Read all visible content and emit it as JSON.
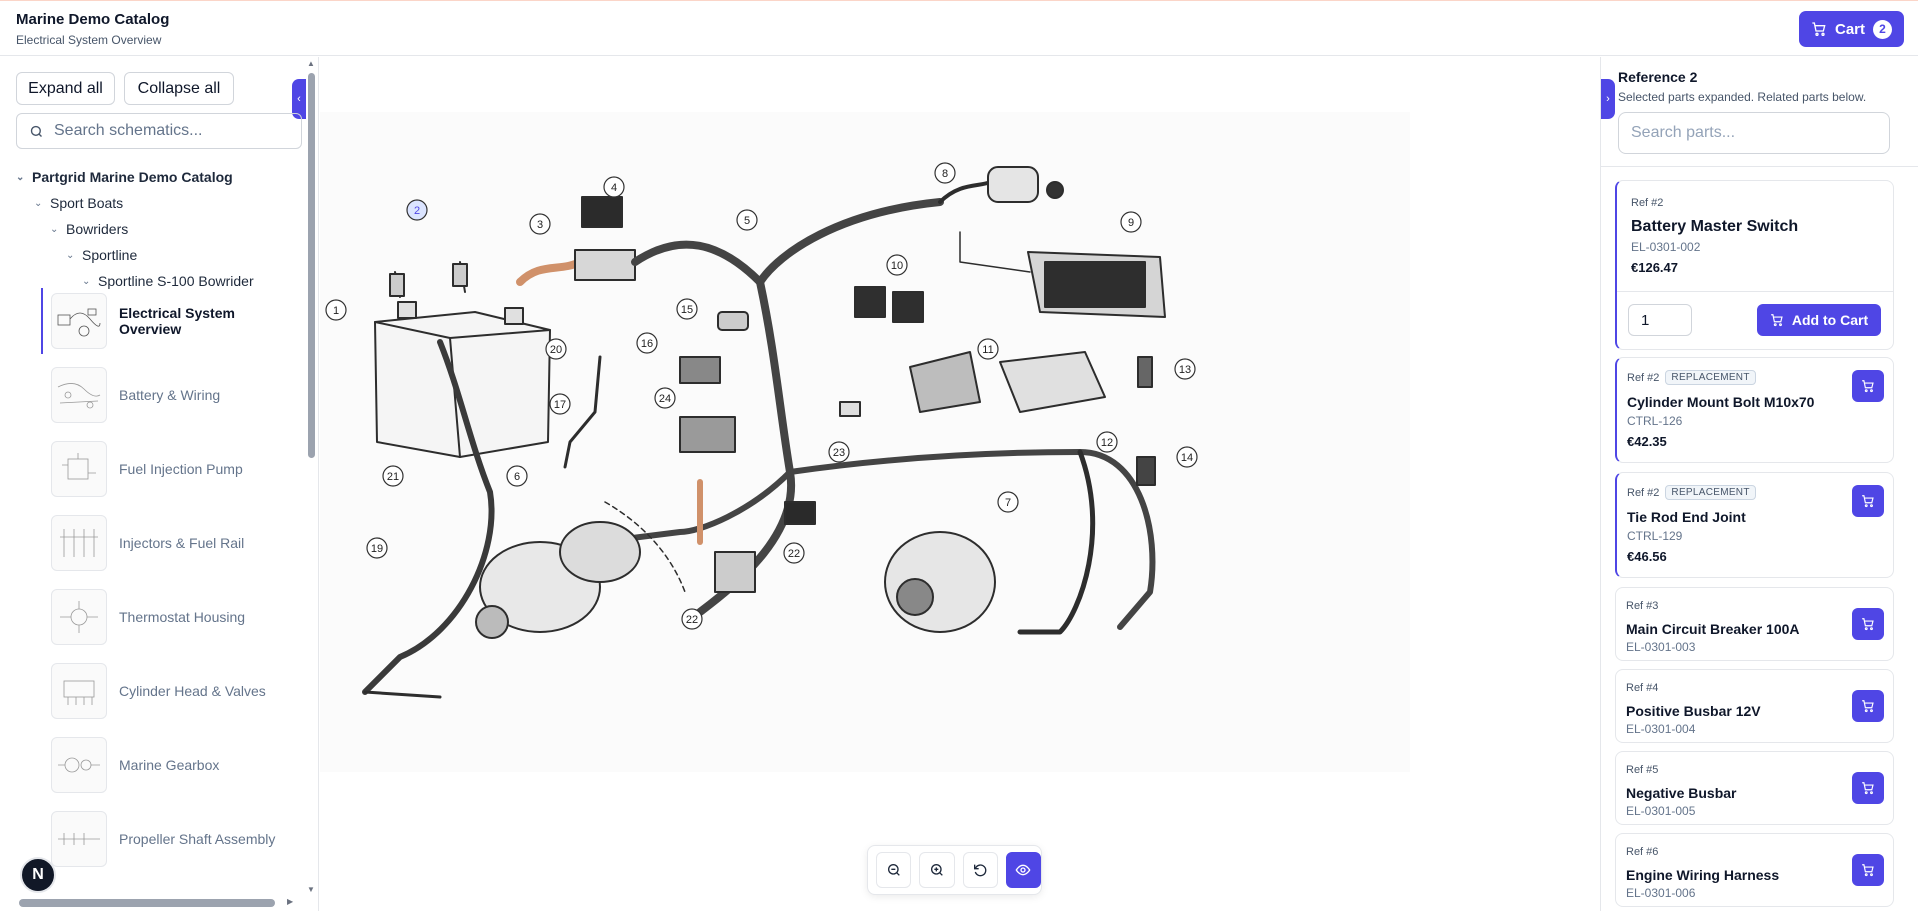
{
  "header": {
    "title": "Marine Demo Catalog",
    "subtitle": "Electrical System Overview",
    "cart_label": "Cart",
    "cart_count": "2"
  },
  "sidebar": {
    "expand_all": "Expand all",
    "collapse_all": "Collapse all",
    "search_placeholder": "Search schematics...",
    "tree": [
      "Partgrid Marine Demo Catalog",
      "Sport Boats",
      "Bowriders",
      "Sportline",
      "Sportline S-100 Bowrider"
    ],
    "schematics": [
      {
        "label": "Electrical System Overview"
      },
      {
        "label": "Battery & Wiring"
      },
      {
        "label": "Fuel Injection Pump"
      },
      {
        "label": "Injectors & Fuel Rail"
      },
      {
        "label": "Thermostat Housing"
      },
      {
        "label": "Cylinder Head & Valves"
      },
      {
        "label": "Marine Gearbox"
      },
      {
        "label": "Propeller Shaft Assembly"
      }
    ],
    "user_initial": "N"
  },
  "diagram": {
    "callouts": [
      "1",
      "2",
      "3",
      "4",
      "5",
      "6",
      "7",
      "8",
      "9",
      "10",
      "11",
      "12",
      "13",
      "14",
      "15",
      "16",
      "17",
      "19",
      "20",
      "21",
      "22",
      "22",
      "23",
      "24"
    ]
  },
  "panel": {
    "title": "Reference 2",
    "subtitle": "Selected parts expanded. Related parts below.",
    "search_placeholder": "Search parts...",
    "selected": {
      "ref": "Ref #2",
      "name": "Battery Master Switch",
      "sku": "EL-0301-002",
      "price": "€126.47",
      "qty": "1",
      "add_label": "Add to Cart"
    },
    "parts": [
      {
        "ref": "Ref #2",
        "badge": "REPLACEMENT",
        "name": "Cylinder Mount Bolt M10x70",
        "sku": "CTRL-126",
        "price": "€42.35"
      },
      {
        "ref": "Ref #2",
        "badge": "REPLACEMENT",
        "name": "Tie Rod End Joint",
        "sku": "CTRL-129",
        "price": "€46.56"
      },
      {
        "ref": "Ref #3",
        "name": "Main Circuit Breaker 100A",
        "sku": "EL-0301-003"
      },
      {
        "ref": "Ref #4",
        "name": "Positive Busbar 12V",
        "sku": "EL-0301-004"
      },
      {
        "ref": "Ref #5",
        "name": "Negative Busbar",
        "sku": "EL-0301-005"
      },
      {
        "ref": "Ref #6",
        "name": "Engine Wiring Harness",
        "sku": "EL-0301-006"
      }
    ]
  },
  "colors": {
    "accent": "#4f46e5",
    "border": "#e5e7eb"
  }
}
